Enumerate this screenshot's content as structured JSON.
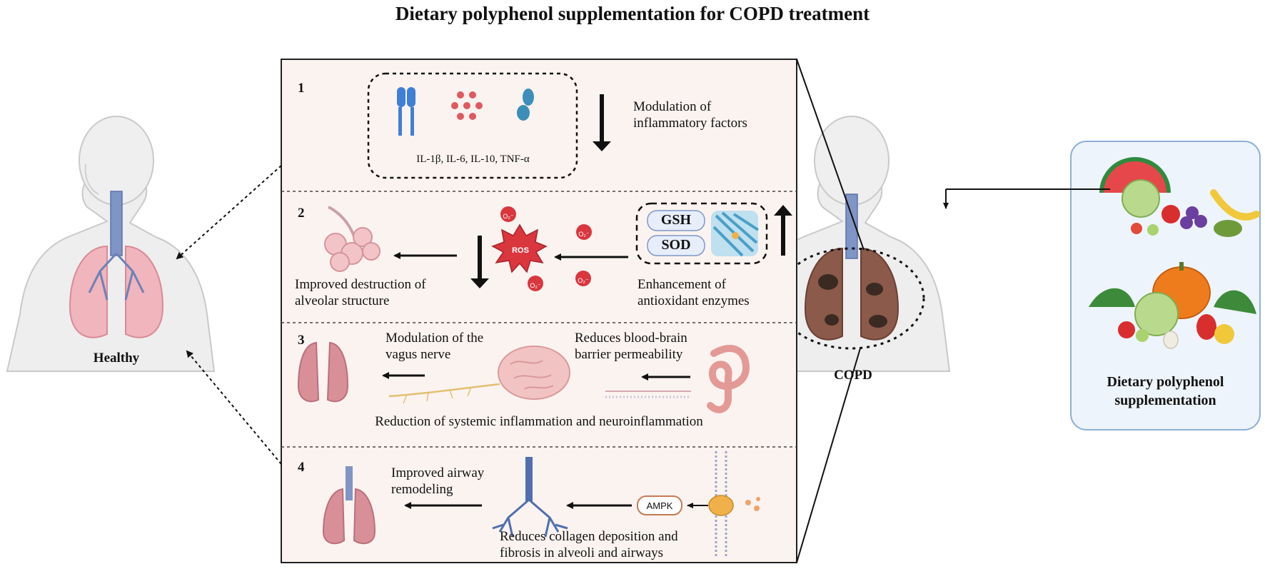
{
  "title": "Dietary polyphenol supplementation for COPD treatment",
  "left_figure": {
    "label": "Healthy"
  },
  "right_figure": {
    "label": "COPD"
  },
  "supplement_panel": {
    "label": "Dietary polyphenol supplementation"
  },
  "colors": {
    "panel_fill": "#fbf3f0",
    "supplement_fill": "#eef4fb",
    "supplement_border": "#8fb0d6",
    "lung_pink": "#f0b5bd",
    "copd_lung": "#8b5a4a",
    "ros_red": "#d9363e"
  },
  "sections": [
    {
      "number": "1",
      "cytokines_label": "IL-1β, IL-6, IL-10, TNF-α",
      "effect": "Modulation of inflammatory factors"
    },
    {
      "number": "2",
      "ros_label": "ROS",
      "radical_label": "O₂⁻",
      "enzymes": [
        "GSH",
        "SOD"
      ],
      "outcome": "Improved destruction of alveolar structure",
      "effect": "Enhancement of antioxidant enzymes"
    },
    {
      "number": "3",
      "vagus": "Modulation of the vagus nerve",
      "bbb": "Reduces blood-brain barrier permeability",
      "summary": "Reduction of systemic inflammation and neuroinflammation"
    },
    {
      "number": "4",
      "outcome": "Improved airway remodeling",
      "kinase": "AMPK",
      "effect": "Reduces collagen deposition and fibrosis in alveoli and airways"
    }
  ]
}
